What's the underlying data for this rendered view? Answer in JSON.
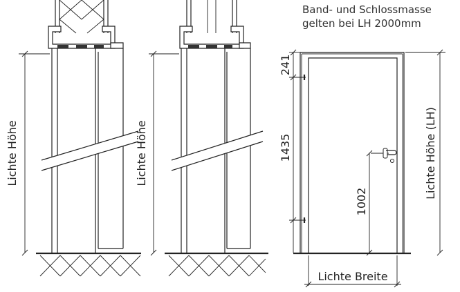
{
  "note": {
    "line1": "Band- und Schlossmasse",
    "line2": "gelten bei LH 2000mm"
  },
  "section1": {
    "label": "Lichte Höhe"
  },
  "section2": {
    "label": "Lichte Höhe"
  },
  "elevation": {
    "height_label": "Lichte Höhe (LH)",
    "width_label": "Lichte Breite",
    "dim_top": "241",
    "dim_middle": "1435",
    "dim_handle": "1002"
  }
}
